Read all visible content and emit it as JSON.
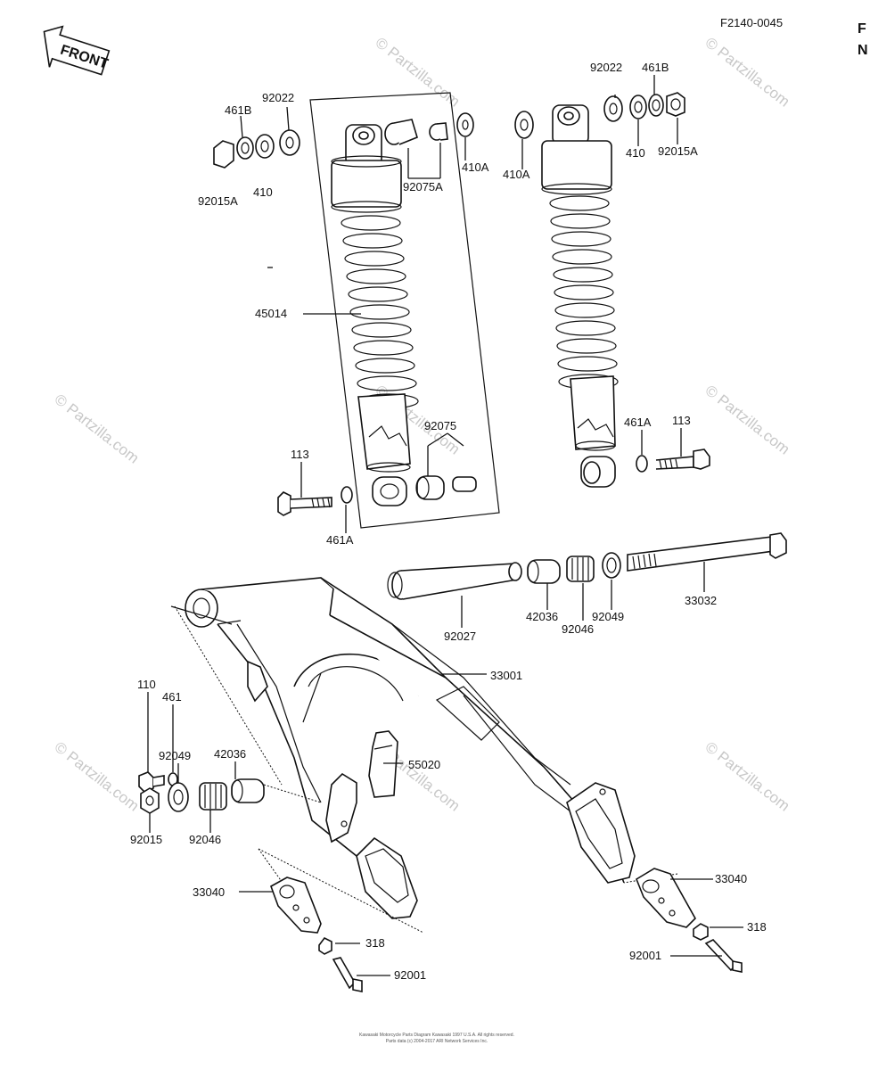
{
  "figure_code": "F2140-0045",
  "front_label": "FRONT",
  "watermark_text": "© Partzilla.com",
  "footer_lines": [
    "Kawasaki Motorcycle Parts Diagram Kawasaki 1997 U.S.A. All rights reserved.",
    "Parts data (c) 2004-2017 ARI Network Services Inc."
  ],
  "edge_letters": [
    "F",
    "N"
  ],
  "part_labels": {
    "p92022_l": "92022",
    "p461b_l": "461B",
    "p92015a_l": "92015A",
    "p410_l": "410",
    "p92075a": "92075A",
    "p410a_l": "410A",
    "p410a_r": "410A",
    "p92022_r": "92022",
    "p461b_r": "461B",
    "p410_r": "410",
    "p92015a_r": "92015A",
    "p45014": "45014",
    "p92075": "92075",
    "p113_l": "113",
    "p461a_l": "461A",
    "p461a_r": "461A",
    "p113_r": "113",
    "p92027": "92027",
    "p42036_t": "42036",
    "p92049_t": "92049",
    "p92046_t": "92046",
    "p33032": "33032",
    "p33001": "33001",
    "p110": "110",
    "p461": "461",
    "p92049_l": "92049",
    "p42036_l": "42036",
    "p92015": "92015",
    "p92046_l": "92046",
    "p55020": "55020",
    "p33040_l": "33040",
    "p318_l": "318",
    "p92001_l": "92001",
    "p33040_r": "33040",
    "p318_r": "318",
    "p92001_r": "92001"
  }
}
